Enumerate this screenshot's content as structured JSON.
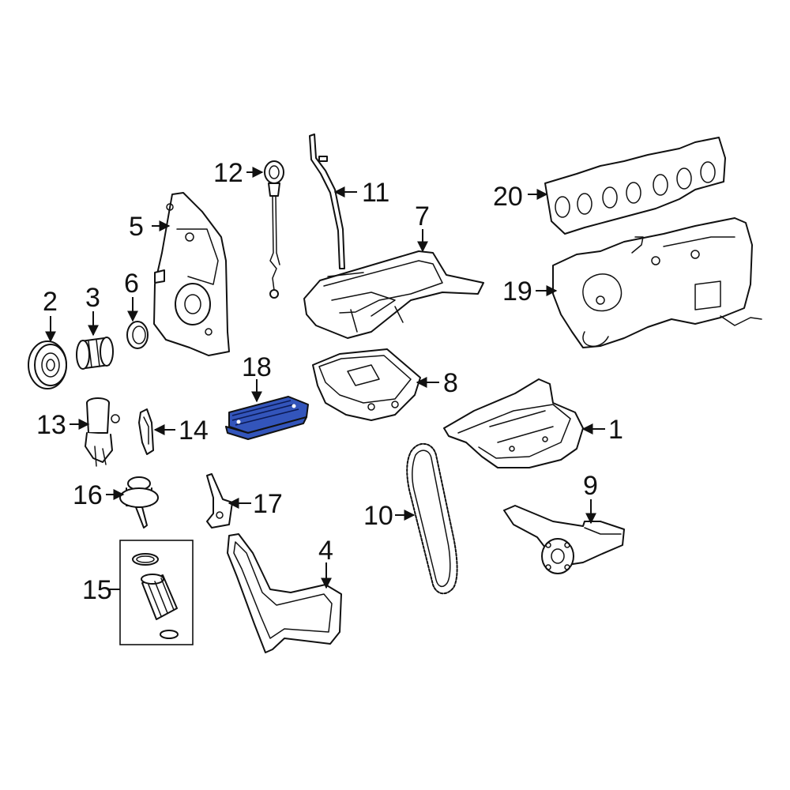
{
  "diagram": {
    "highlight_color": "#3355bb",
    "callouts": [
      {
        "id": "1",
        "label": "1"
      },
      {
        "id": "2",
        "label": "2"
      },
      {
        "id": "3",
        "label": "3"
      },
      {
        "id": "4",
        "label": "4"
      },
      {
        "id": "5",
        "label": "5"
      },
      {
        "id": "6",
        "label": "6"
      },
      {
        "id": "7",
        "label": "7"
      },
      {
        "id": "8",
        "label": "8"
      },
      {
        "id": "9",
        "label": "9"
      },
      {
        "id": "10",
        "label": "10"
      },
      {
        "id": "11",
        "label": "11"
      },
      {
        "id": "12",
        "label": "12"
      },
      {
        "id": "13",
        "label": "13"
      },
      {
        "id": "14",
        "label": "14"
      },
      {
        "id": "15",
        "label": "15"
      },
      {
        "id": "16",
        "label": "16"
      },
      {
        "id": "17",
        "label": "17"
      },
      {
        "id": "18",
        "label": "18"
      },
      {
        "id": "19",
        "label": "19"
      },
      {
        "id": "20",
        "label": "20"
      }
    ]
  }
}
